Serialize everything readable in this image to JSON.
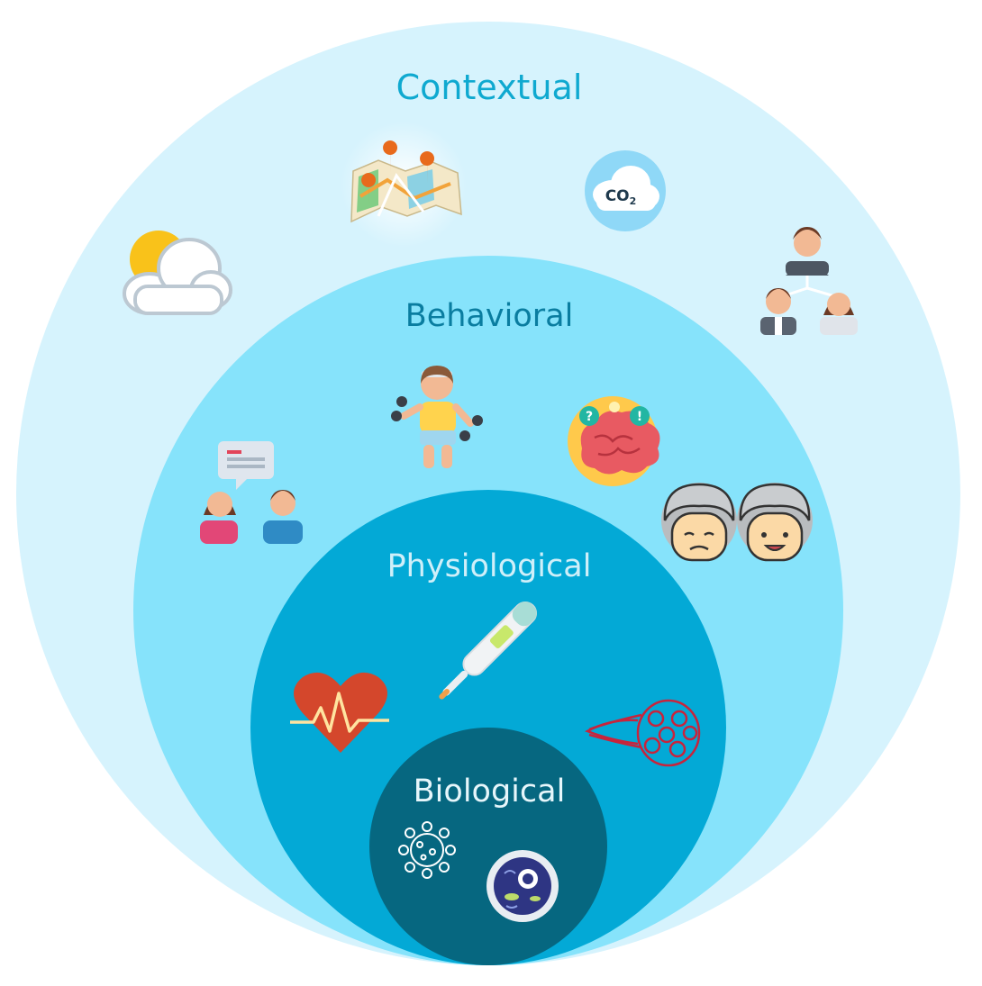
{
  "layers": {
    "contextual": {
      "label": "Contextual",
      "color": "#d6f3fd",
      "label_color": "#0fa9d0"
    },
    "behavioral": {
      "label": "Behavioral",
      "color": "#86e3fb",
      "label_color": "#0a7da0"
    },
    "physiological": {
      "label": "Physiological",
      "color": "#03a9d6",
      "label_color": "#cfeff9"
    },
    "biological": {
      "label": "Biological",
      "color": "#066780",
      "label_color": "#e6f6fb"
    }
  },
  "icons": {
    "contextual": [
      "weather-icon",
      "map-icon",
      "co2-cloud-icon",
      "family-tree-icon"
    ],
    "behavioral": [
      "conversation-icon",
      "exercise-icon",
      "brain-thinking-icon",
      "elderly-faces-icon"
    ],
    "physiological": [
      "heartbeat-icon",
      "thermometer-icon",
      "muscle-fiber-icon"
    ],
    "biological": [
      "virus-icon",
      "cell-icon"
    ]
  },
  "co2_text": {
    "main": "CO",
    "sub": "2"
  }
}
